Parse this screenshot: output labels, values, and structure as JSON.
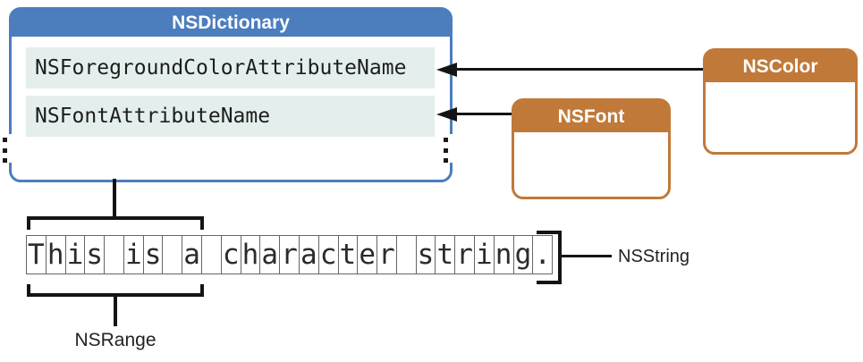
{
  "diagram": {
    "dictionary": {
      "title": "NSDictionary",
      "rows": [
        "NSForegroundColorAttributeName",
        "NSFontAttributeName"
      ]
    },
    "classes": [
      {
        "title": "NSColor"
      },
      {
        "title": "NSFont"
      }
    ],
    "string": {
      "label": "NSString",
      "text": "This is a character string."
    },
    "range": {
      "label": "NSRange",
      "covered_text": "This is a",
      "covered_char_count": 9
    }
  },
  "colors": {
    "dictionary_blue": "#4C7DBD",
    "class_orange": "#C1793A",
    "row_background": "#E4EFED",
    "line_black": "#141414"
  }
}
